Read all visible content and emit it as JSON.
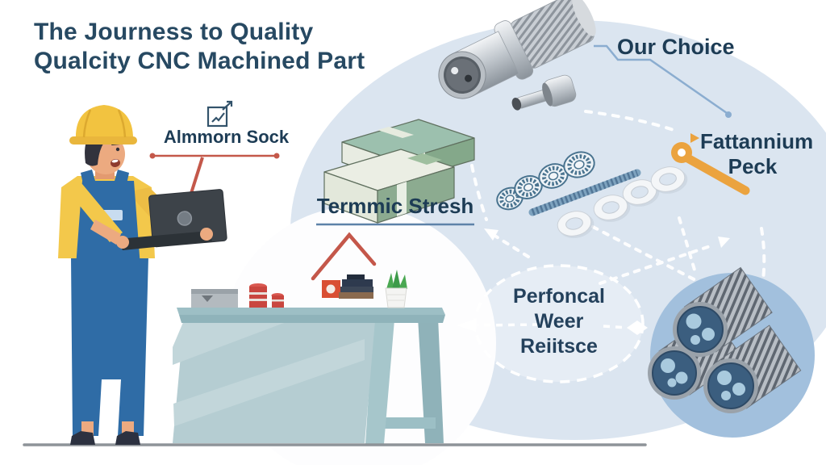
{
  "title": {
    "line1": "The Journess to Quality",
    "line2": "Qualcity CNC Machined Part"
  },
  "callouts": {
    "monitoring": "Almmorn Sock",
    "material": "Termmic Stresh",
    "choice": "Our Choice",
    "titanium": {
      "line1": "Fattannium",
      "line2": "Peck"
    },
    "wear": {
      "line1": "Perfoncal",
      "line2": "Weer",
      "line3": "Reiitsce"
    }
  },
  "colors": {
    "title_text": "#274962",
    "label_text": "#1d3c55",
    "background": "#ffffff",
    "blob_blue": "#dbe5f0",
    "circle_blue": "#a2c0dd",
    "accent_red": "#c4584a",
    "accent_orange": "#eba33f",
    "callout_line_blue": "#8badd0",
    "underline_blue": "#5d82a8",
    "table_teal": "#b5cdd2",
    "helmet_yellow": "#f2c340",
    "shirt_yellow": "#f3c84b",
    "overalls_blue": "#2f6ca6",
    "block_green": "#9cc0ae"
  }
}
